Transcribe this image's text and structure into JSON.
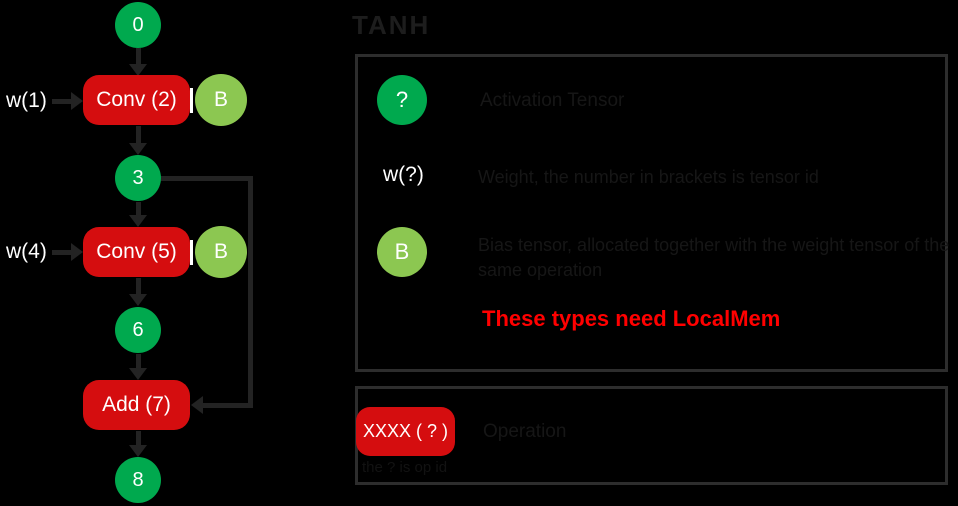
{
  "colors": {
    "background": "#000000",
    "tensor_green": "#00a94e",
    "bias_green": "#8cc751",
    "op_red": "#d50d0f",
    "warning_red": "#ff0000",
    "edge_gray": "#232323",
    "muted_text": "#161616"
  },
  "graph": {
    "tensor_nodes": [
      {
        "id": "0"
      },
      {
        "id": "3"
      },
      {
        "id": "6"
      },
      {
        "id": "8"
      }
    ],
    "op_nodes": [
      {
        "label": "Conv (2)"
      },
      {
        "label": "Conv (5)"
      },
      {
        "label": "Add (7)"
      }
    ],
    "weight_labels": [
      {
        "text": "w(1)"
      },
      {
        "text": "w(4)"
      }
    ],
    "bias_badges": [
      {
        "text": "B"
      },
      {
        "text": "B"
      }
    ]
  },
  "legend": {
    "title": "TANH",
    "rows": [
      {
        "symbol": "?",
        "desc": "Activation Tensor"
      },
      {
        "symbol": "w(?)",
        "desc": "Weight, the number in brackets is tensor id"
      },
      {
        "symbol": "B",
        "desc_line1": "Bias tensor, allocated together with the weight tensor of the",
        "desc_line2": "same operation"
      }
    ],
    "warning": "These types need LocalMem",
    "operation": {
      "box_label": "XXXX ( ? )",
      "desc": "Operation",
      "note": "the ? is op id"
    }
  }
}
